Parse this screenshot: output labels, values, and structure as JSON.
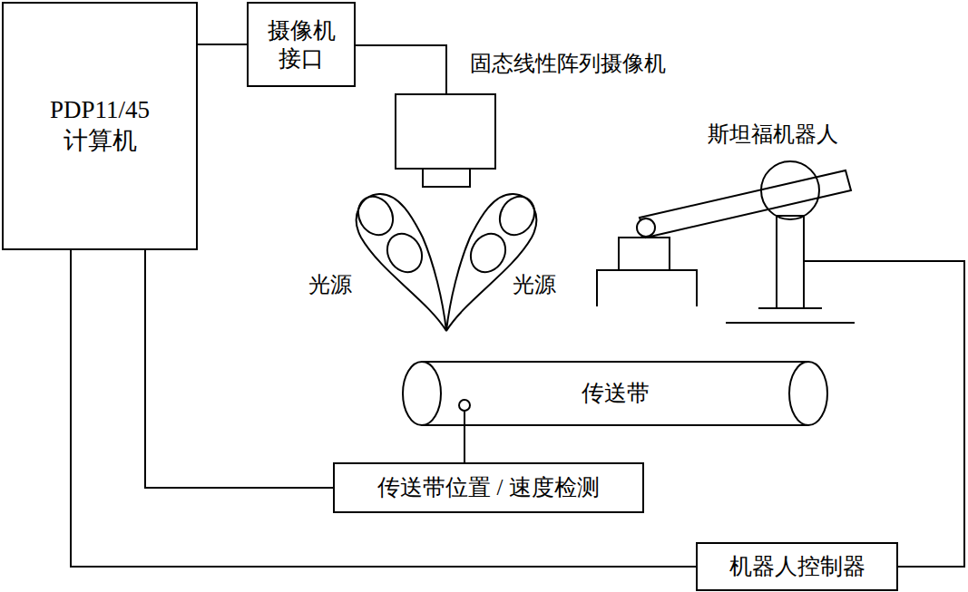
{
  "diagram": {
    "nodes": [
      {
        "text": [
          "PDP11/45 计算机"
        ]
      },
      {
        "text": [
          "摄像机 接口"
        ]
      },
      {
        "text": [
          "传送带"
        ]
      },
      {
        "text": [
          "传送带位置 / 速度检测"
        ]
      },
      {
        "text": [
          "机器人控制器"
        ]
      }
    ],
    "edges": [
      {
        "from": 0,
        "to": 1,
        "arrow": "none"
      },
      {
        "from": 0,
        "to": 3,
        "arrow": "none"
      },
      {
        "from": 3,
        "to": 2,
        "arrow": "none"
      },
      {
        "from": 0,
        "to": 4,
        "arrow": "none"
      }
    ],
    "labels": [
      "固态线性阵列摄像机",
      "斯坦福机器人",
      "光源",
      "光源"
    ]
  }
}
